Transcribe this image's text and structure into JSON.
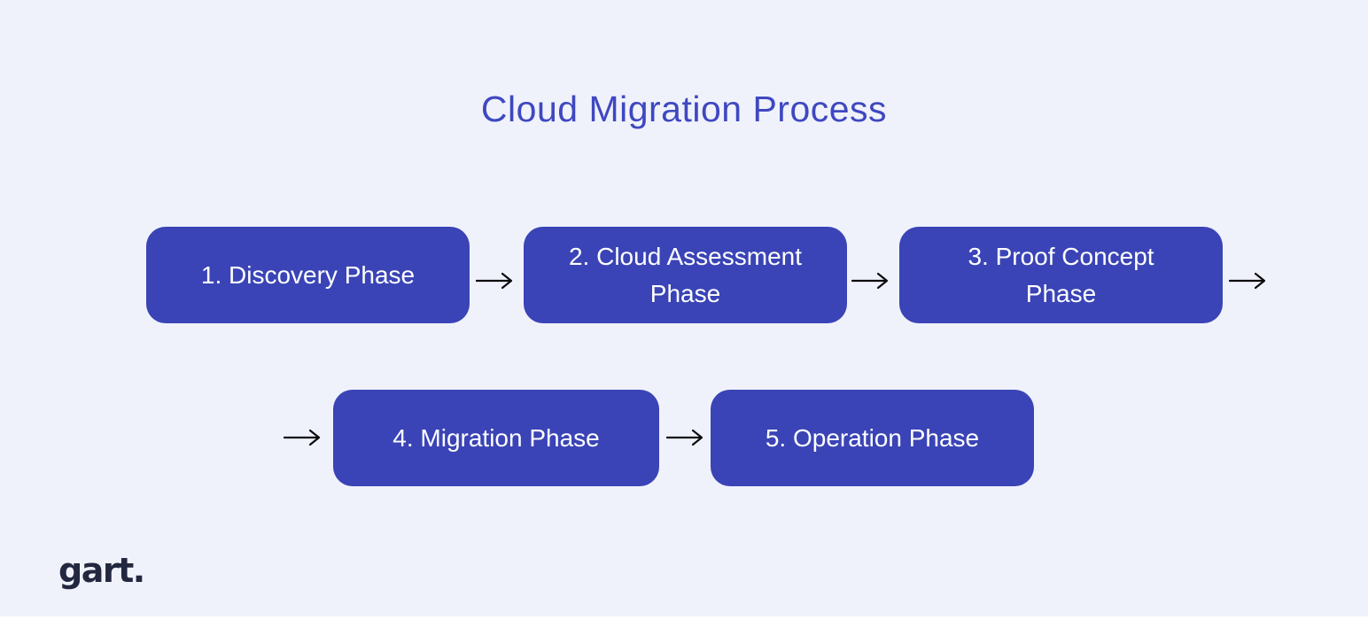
{
  "page": {
    "title": "Cloud Migration Process",
    "background_color": "#f0f2fb",
    "title_color": "#3f48c0"
  },
  "diagram": {
    "type": "flowchart",
    "box_color": "#3a44b6",
    "box_text_color": "#ffffff",
    "arrow_color": "#0b0b0b",
    "steps": [
      {
        "label": "1. Discovery Phase"
      },
      {
        "label": "2. Cloud Assessment\nPhase"
      },
      {
        "label": "3. Proof Concept\nPhase"
      },
      {
        "label": "4. Migration Phase"
      },
      {
        "label": "5. Operation Phase"
      }
    ]
  },
  "footer": {
    "logo_text": "gart."
  }
}
